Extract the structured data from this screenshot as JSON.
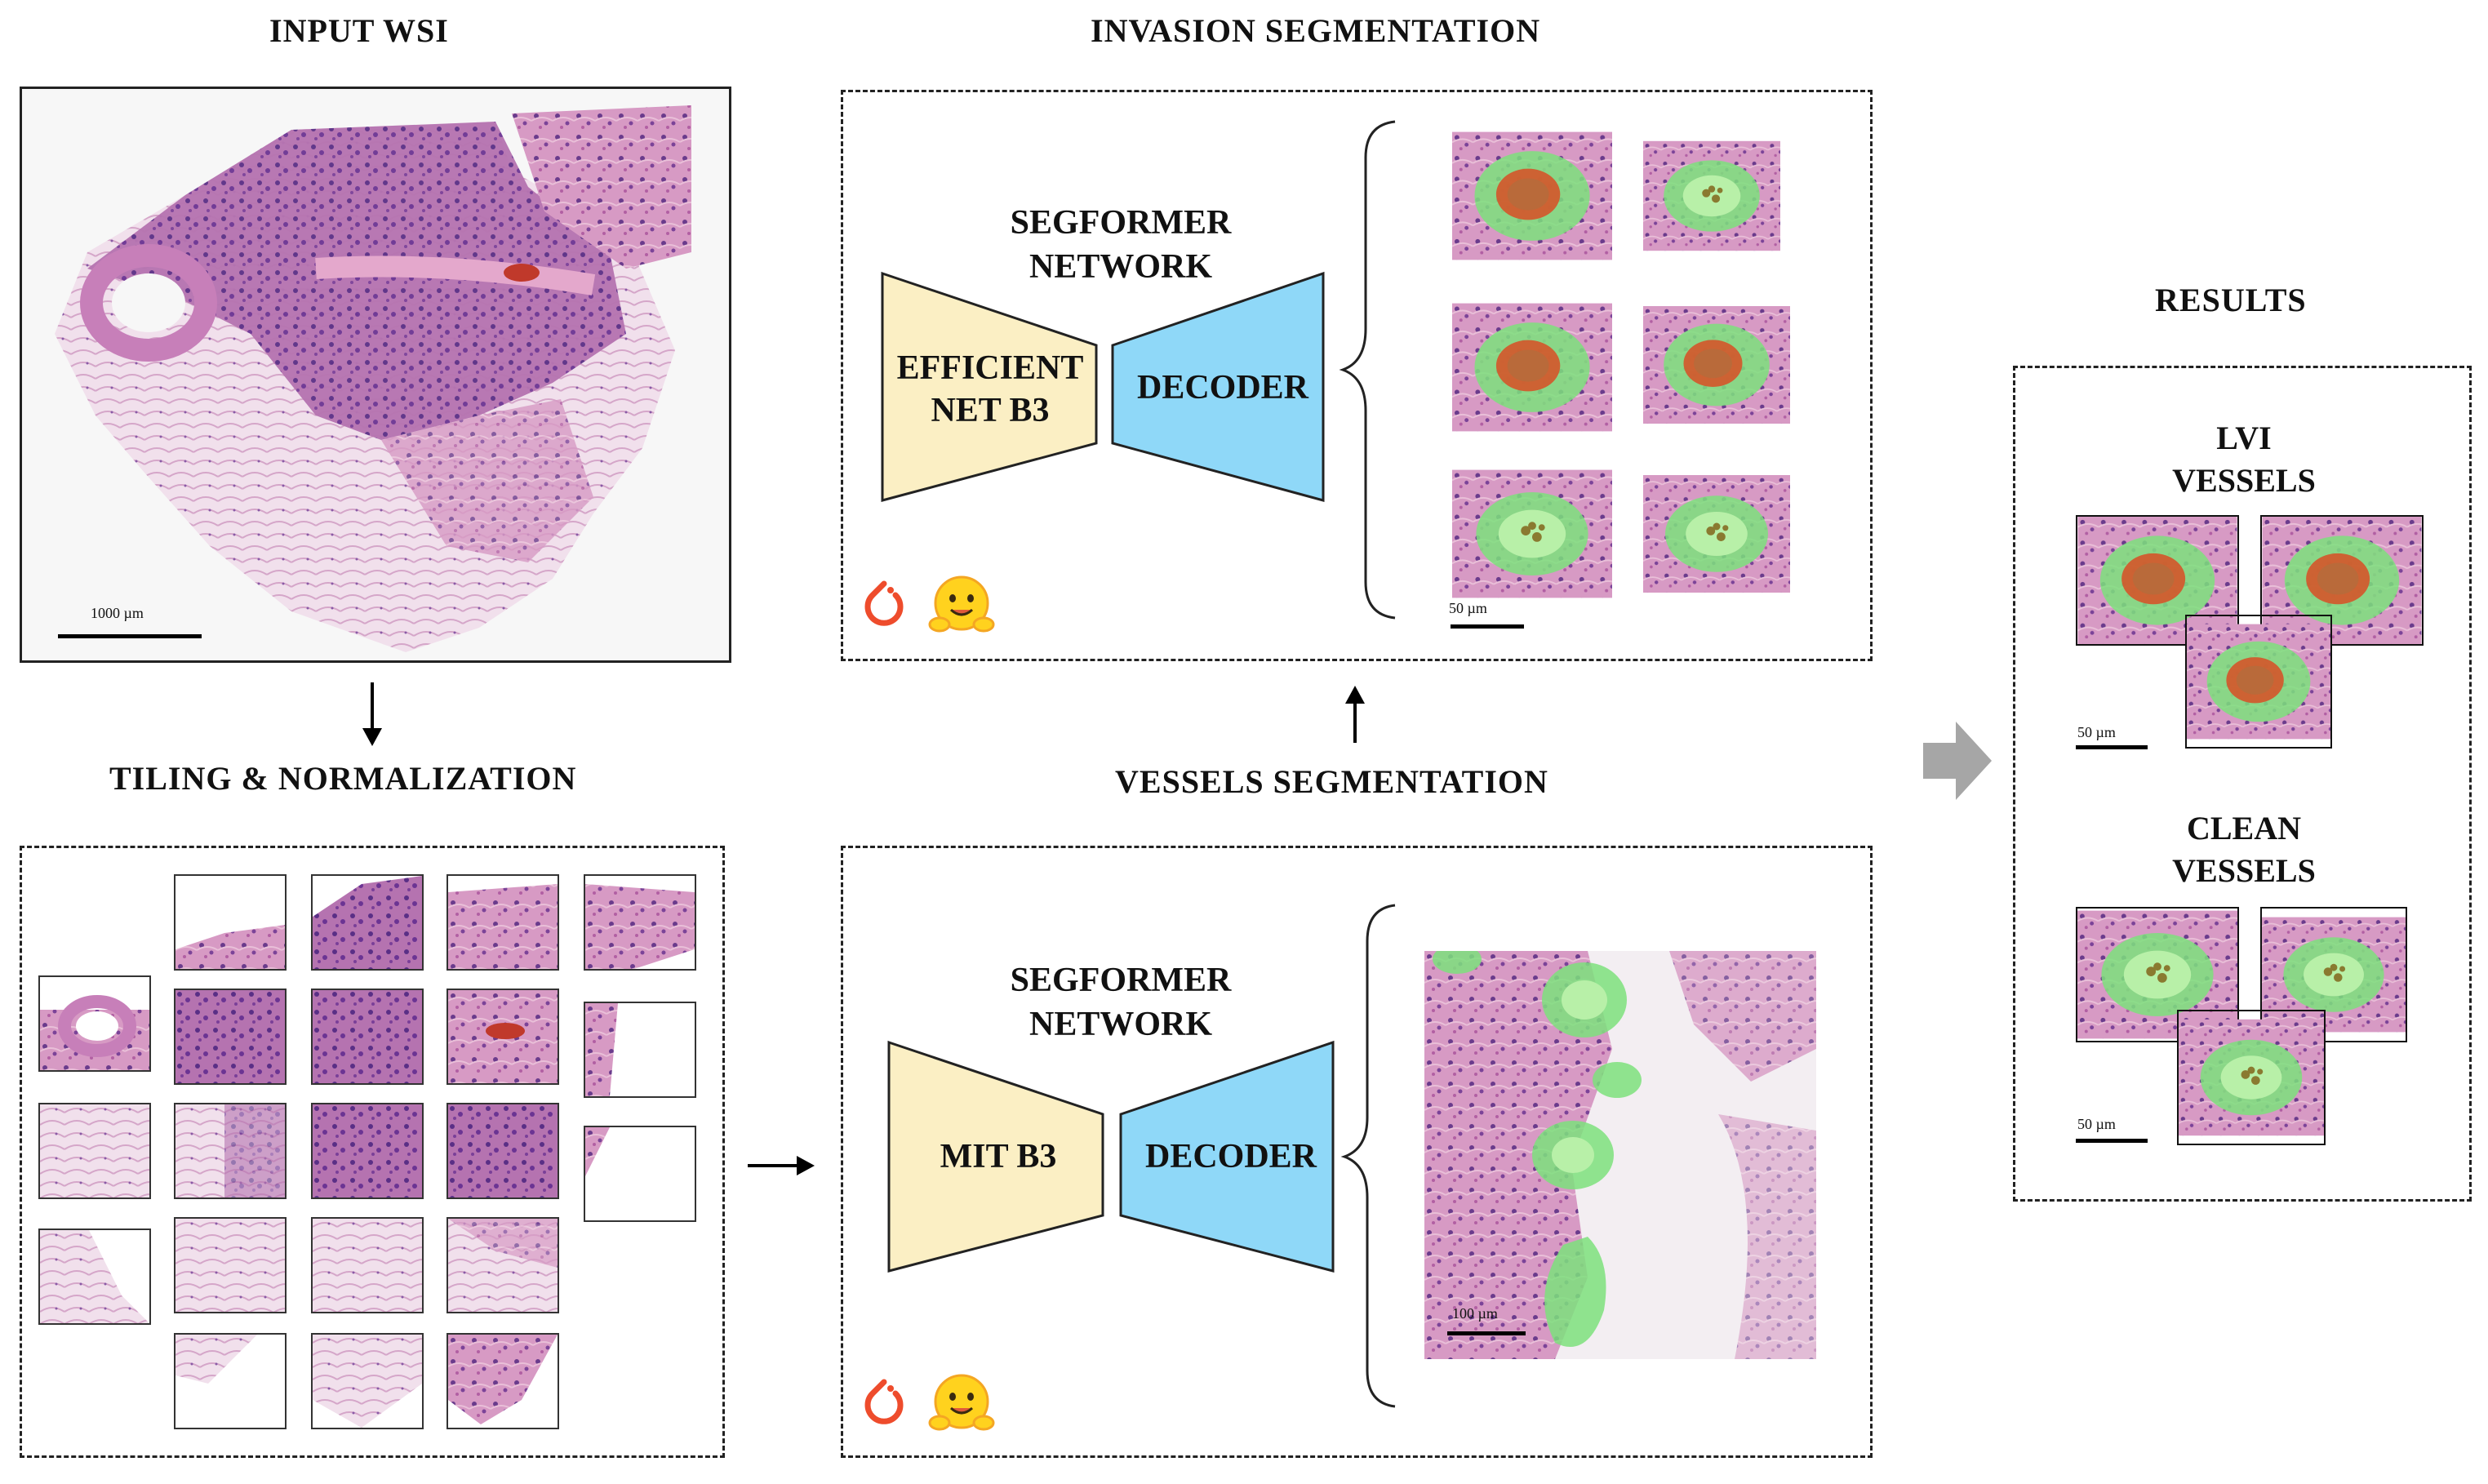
{
  "titles": {
    "input_wsi": "INPUT WSI",
    "tiling": "TILING & NORMALIZATION",
    "invasion": "INVASION SEGMENTATION",
    "vessels": "VESSELS SEGMENTATION",
    "results": "RESULTS"
  },
  "invasion_net": {
    "name_line1": "SEGFORMER",
    "name_line2": "NETWORK",
    "encoder_line1": "EFFICIENT",
    "encoder_line2": "NET B3",
    "decoder": "DECODER",
    "scale": "50  µm"
  },
  "vessels_net": {
    "name_line1": "SEGFORMER",
    "name_line2": "NETWORK",
    "encoder": "MIT B3",
    "decoder": "DECODER",
    "scale": "100 µm"
  },
  "results": {
    "lvi_line1": "LVI",
    "lvi_line2": "VESSELS",
    "clean_line1": "CLEAN",
    "clean_line2": "VESSELS",
    "scale_lvi": "50  µm",
    "scale_clean": "50  µm"
  },
  "input_scale": "1000 µm",
  "colors": {
    "encoder": "#fbefc4",
    "decoder": "#8fd8f8",
    "tissue": "#c97bb4",
    "vessel_mask": "#7de07d",
    "lvi_mask": "#d4552a",
    "gray_arrow": "#a6a6a6"
  },
  "icons": [
    "pytorch-icon",
    "hugging-face-icon"
  ]
}
